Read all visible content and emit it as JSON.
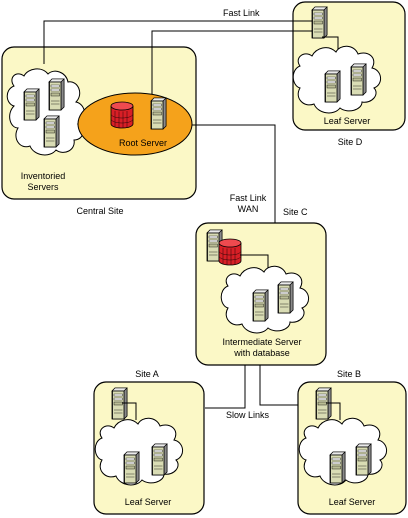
{
  "labels": {
    "central_site": "Central Site",
    "inventoried_servers_line1": "Inventoried",
    "inventoried_servers_line2": "Servers",
    "root_server": "Root Server",
    "fast_link_top": "Fast Link",
    "site_d": "Site D",
    "site_d_server": "Leaf Server",
    "fast_link_wan_line1": "Fast Link",
    "fast_link_wan_line2": "WAN",
    "site_c": "Site C",
    "intermediate_line1": "Intermediate Server",
    "intermediate_line2": "with database",
    "site_a": "Site A",
    "site_a_server": "Leaf Server",
    "site_b": "Site B",
    "site_b_server": "Leaf Server",
    "slow_links": "Slow Links"
  },
  "colors": {
    "site_background": "#fbf8c6",
    "root_highlight": "#f5a21b",
    "database": "#d81f26",
    "server_body": "#d9dcb4"
  },
  "icons": [
    "server-icon",
    "database-icon",
    "network-cloud-icon"
  ]
}
